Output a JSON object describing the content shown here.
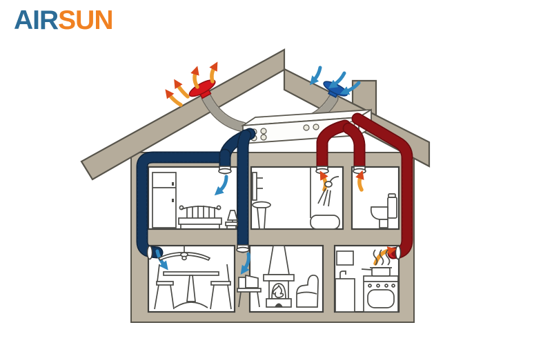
{
  "logo": {
    "air": "AIR",
    "sun": "SUN"
  },
  "colors": {
    "logo-air": "#2c6c97",
    "logo-sun": "#f08122",
    "wall": "#bcb3a2",
    "roof": "#b5ac9b",
    "wall-stroke": "#57544b",
    "room-stroke": "#3f3f3c",
    "furniture-stroke": "#4a4a46",
    "duct-blue": "#2b5c8d",
    "duct-blue-rib": "#14365c",
    "duct-blue-outline": "#10263f",
    "duct-red": "#cf2127",
    "duct-red-rib": "#8e1216",
    "duct-red-outline": "#6b0c10",
    "duct-white": "#f1efe7",
    "duct-white-rib": "#a39f94",
    "duct-white-outline": "#6f6b62",
    "arrow-blue": "#3089c0",
    "arrow-orange": "#ec9b2e",
    "arrow-head-orange": "#d9481c",
    "cap-red": "#d6161c",
    "cap-blue": "#1a57a8",
    "unit-fill": "#fdfdfb"
  },
  "diagram": {
    "subject": "whole-house-heat-recovery-ventilation-cross-section",
    "components": [
      {
        "name": "heat-recovery-unit",
        "location": "attic"
      },
      {
        "name": "exhaust-roof-cap",
        "color": "red",
        "airflow": "stale-air-out"
      },
      {
        "name": "intake-roof-cap",
        "color": "blue",
        "airflow": "fresh-air-in"
      },
      {
        "name": "chimney",
        "location": "right-roof-slope"
      },
      {
        "name": "supply-duct-network",
        "color": "blue"
      },
      {
        "name": "extract-duct-network",
        "color": "red"
      },
      {
        "name": "roof-duct",
        "color": "white"
      }
    ],
    "rooms": [
      {
        "name": "bedroom",
        "floor": "upper",
        "vent": "supply",
        "furniture": [
          "wardrobe",
          "bed",
          "bedside-lamp"
        ]
      },
      {
        "name": "bathroom",
        "floor": "upper",
        "vent": "extract",
        "furniture": [
          "wash-basin",
          "shower"
        ]
      },
      {
        "name": "toilet-room",
        "floor": "upper",
        "vent": "extract",
        "furniture": [
          "toilet"
        ]
      },
      {
        "name": "dining-room",
        "floor": "ground",
        "vent": "supply",
        "furniture": [
          "ceiling-fan",
          "dining-table",
          "chairs"
        ]
      },
      {
        "name": "living-room",
        "floor": "ground",
        "vent": "supply",
        "furniture": [
          "tv",
          "fireplace",
          "armchair"
        ]
      },
      {
        "name": "kitchen",
        "floor": "ground",
        "vent": "extract",
        "furniture": [
          "wall-cabinet",
          "sink",
          "stove",
          "cooking-pot"
        ]
      }
    ],
    "airflow_arrows": [
      {
        "name": "exhaust-arrows-above-red-cap",
        "color": "orange-red",
        "direction": "up-out",
        "count": 4
      },
      {
        "name": "intake-arrows-above-blue-cap",
        "color": "blue",
        "direction": "down-in",
        "count": 3
      },
      {
        "name": "bedroom-supply-arrow",
        "color": "blue",
        "direction": "down"
      },
      {
        "name": "dining-supply-arrow",
        "color": "blue",
        "direction": "down"
      },
      {
        "name": "living-supply-arrow",
        "color": "blue",
        "direction": "down"
      },
      {
        "name": "shower-extract-arrow",
        "color": "orange-red",
        "direction": "up"
      },
      {
        "name": "toilet-extract-arrow",
        "color": "orange-red",
        "direction": "up"
      },
      {
        "name": "kitchen-extract-arrow",
        "color": "orange-red",
        "direction": "up-right"
      }
    ]
  }
}
